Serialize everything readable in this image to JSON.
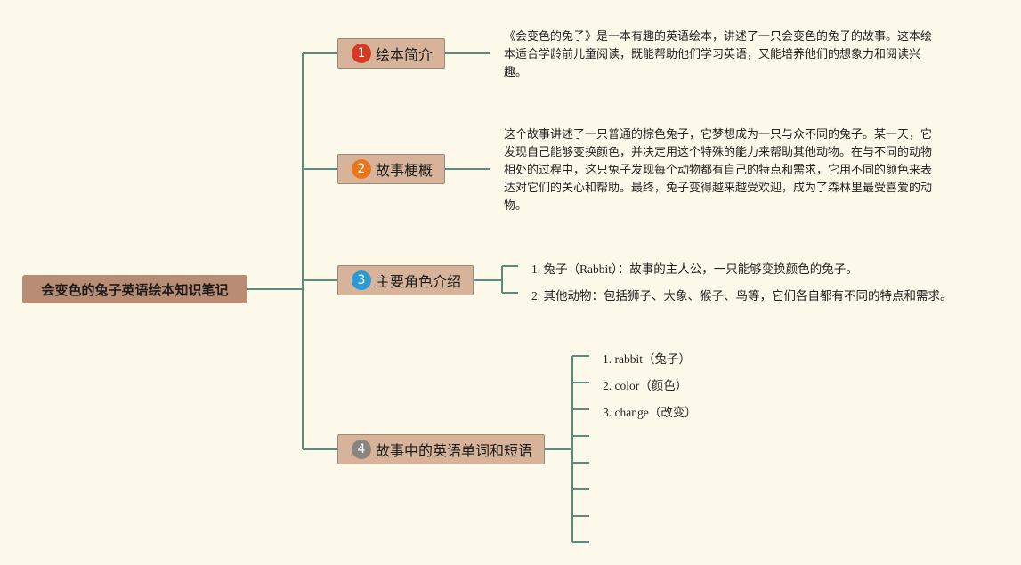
{
  "root": {
    "title": "会变色的兔子英语绘本知识笔记"
  },
  "colors": {
    "line": "#5b8c82",
    "root_fill": "#b98d73",
    "topic_fill": "#d7b499",
    "background": "#fdf9ea"
  },
  "topics": [
    {
      "number": "1",
      "badge_color": "#d63a25",
      "label": "绘本简介",
      "text": "《会变色的兔子》是一本有趣的英语绘本，讲述了一只会变色的兔子的故事。这本绘本适合学龄前儿童阅读，既能帮助他们学习英语，又能培养他们的想象力和阅读兴趣。"
    },
    {
      "number": "2",
      "badge_color": "#e8761c",
      "label": "故事梗概",
      "text": "这个故事讲述了一只普通的棕色兔子，它梦想成为一只与众不同的兔子。某一天，它发现自己能够变换颜色，并决定用这个特殊的能力来帮助其他动物。在与不同的动物相处的过程中，这只兔子发现每个动物都有自己的特点和需求，它用不同的颜色来表达对它们的关心和帮助。最终，兔子变得越来越受欢迎，成为了森林里最受喜爱的动物。"
    },
    {
      "number": "3",
      "badge_color": "#2a9ad6",
      "label": "主要角色介绍",
      "items": [
        "1. 兔子（Rabbit）：故事的主人公，一只能够变换颜色的兔子。",
        "2. 其他动物：包括狮子、大象、猴子、鸟等，它们各自都有不同的特点和需求。"
      ]
    },
    {
      "number": "4",
      "badge_color": "#8a8480",
      "label": "故事中的英语单词和短语",
      "items": [
        "1. rabbit（兔子）",
        "2. color（颜色）",
        "3. change（改变）",
        "",
        "",
        "",
        "",
        ""
      ]
    }
  ]
}
